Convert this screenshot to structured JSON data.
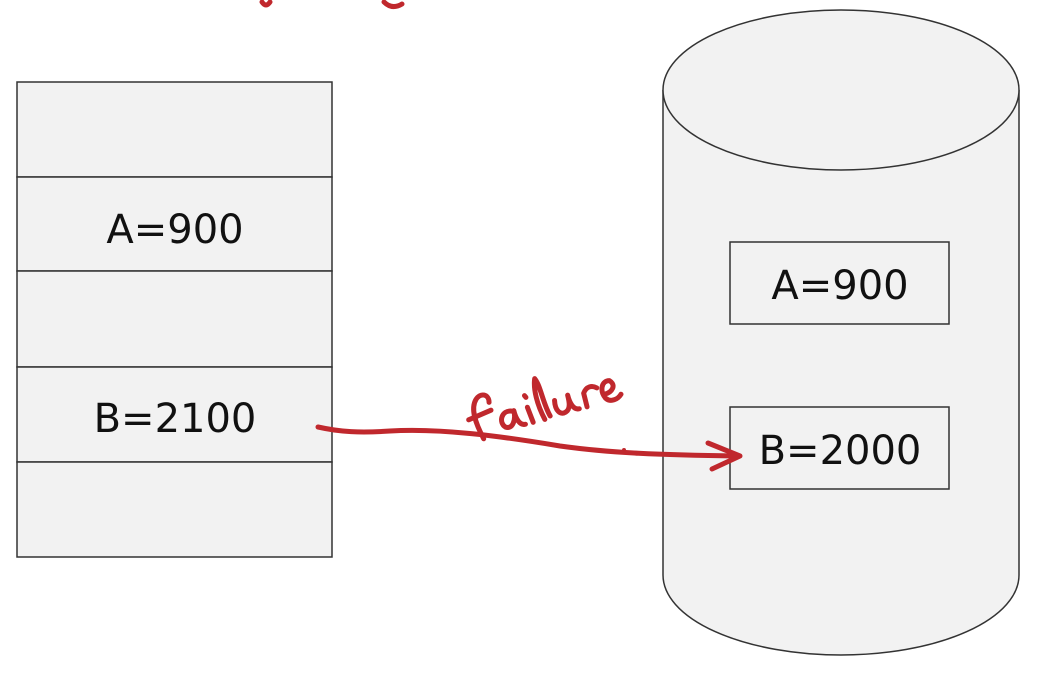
{
  "buffer": {
    "cells": [
      "",
      "A=900",
      "",
      "B=2100",
      ""
    ]
  },
  "database": {
    "records": [
      "A=900",
      "B=2000"
    ]
  },
  "annotation": {
    "label": "failure",
    "color": "#c0282d"
  }
}
